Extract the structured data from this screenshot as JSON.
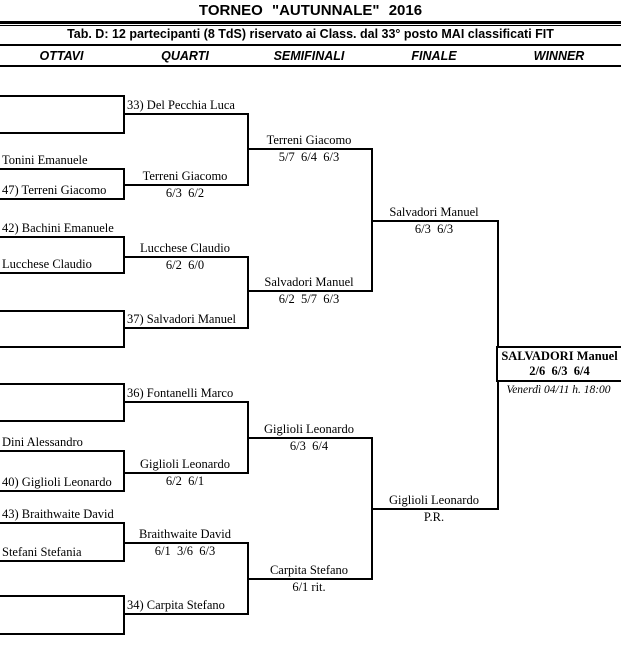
{
  "header": {
    "title": "TORNEO \"AUTUNNALE\" 2016",
    "subtitle": "Tab. D: 12 partecipanti (8 TdS) riservato ai Class. dal 33° posto MAI classificati FIT",
    "columns": [
      "OTTAVI",
      "QUARTI",
      "SEMIFINALI",
      "FINALE",
      "WINNER"
    ]
  },
  "bracket": {
    "ottavi": [
      "Tonini Emanuele",
      "47) Terreni Giacomo",
      "42) Bachini Emanuele",
      "Lucchese Claudio",
      "Dini Alessandro",
      "40) Giglioli Leonardo",
      "43) Braithwaite David",
      "Stefani Stefania"
    ],
    "quarti": [
      {
        "name": "33) Del Pecchia Luca"
      },
      {
        "name": "Terreni Giacomo",
        "score": "6/3  6/2"
      },
      {
        "name": "Lucchese Claudio",
        "score": "6/2  6/0"
      },
      {
        "name": "37) Salvadori Manuel"
      },
      {
        "name": "36) Fontanelli Marco"
      },
      {
        "name": "Giglioli Leonardo",
        "score": "6/2  6/1"
      },
      {
        "name": "Braithwaite David",
        "score": "6/1  3/6  6/3"
      },
      {
        "name": "34) Carpita Stefano"
      }
    ],
    "semifinali": [
      {
        "name": "Terreni Giacomo",
        "score": "5/7  6/4  6/3"
      },
      {
        "name": "Salvadori Manuel",
        "score": "6/2  5/7  6/3"
      },
      {
        "name": "Giglioli Leonardo",
        "score": "6/3  6/4"
      },
      {
        "name": "Carpita Stefano",
        "score": "6/1 rit."
      }
    ],
    "finale": [
      {
        "name": "Salvadori Manuel",
        "score": "6/3  6/3"
      },
      {
        "name": "Giglioli Leonardo",
        "score": "P.R."
      }
    ],
    "winner": {
      "name": "SALVADORI Manuel",
      "score": "2/6  6/3  6/4",
      "schedule": "Venerdì 04/11 h. 18:00"
    }
  }
}
